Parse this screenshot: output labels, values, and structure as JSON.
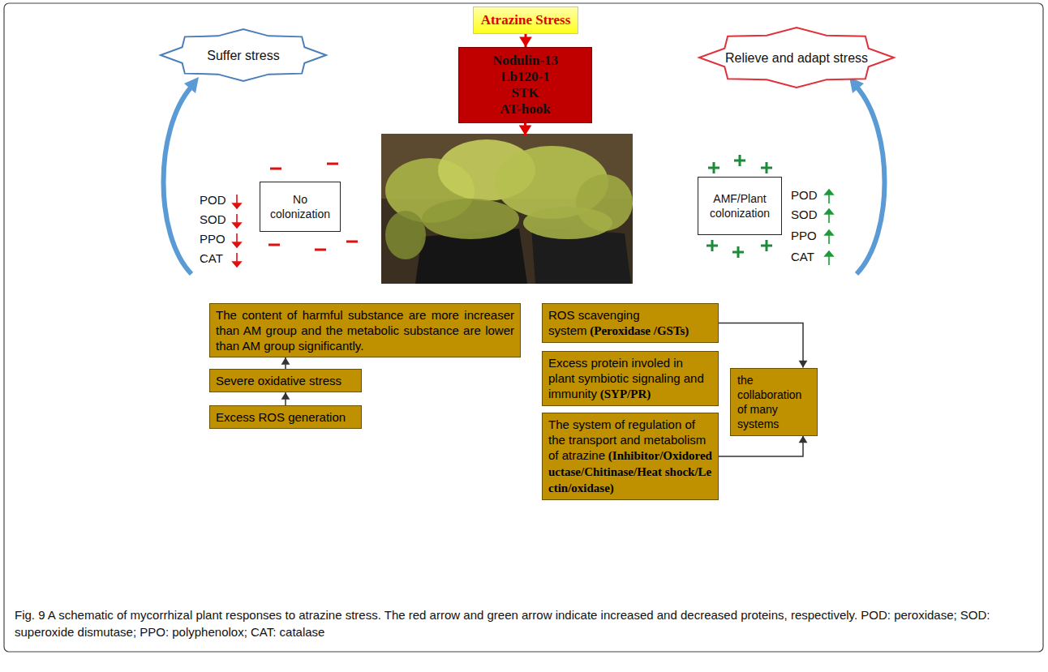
{
  "diagram": {
    "caption": "Fig. 9 A schematic of mycorrhizal plant responses to atrazine stress. The red arrow and green arrow indicate increased and decreased proteins, respectively. POD: peroxidase; SOD: superoxide dismutase; PPO: polyphenolox; CAT: catalase",
    "nodes": [
      {
        "text": [
          "Atrazine Stress"
        ]
      },
      {
        "text": [
          "Nodulin-13 Lb120-1 STK AT-hook"
        ]
      },
      {
        "text": [
          "Suffer stress"
        ]
      },
      {
        "text": [
          "Relieve and adapt stress"
        ]
      },
      {
        "text": [
          "No colonization"
        ]
      },
      {
        "text": [
          "AMF/Plant colonization"
        ]
      },
      {
        "text": [
          "The content of harmful substance are more increaser than AM group and the metabolic substance are lower than AM group significantly."
        ]
      },
      {
        "text": [
          "ROS scavenging system",
          "(Peroxidase /GSTs)"
        ]
      },
      {
        "text": [
          "Severe oxidative stress"
        ]
      },
      {
        "text": [
          "Excess protein involed in plant symbiotic signaling and immunity",
          "(SYP/PR)"
        ]
      },
      {
        "text": [
          "the collaboration of many systems"
        ]
      },
      {
        "text": [
          "Excess ROS generation"
        ]
      },
      {
        "text": [
          "The system of regulation of the transport and metabolism of atrazine",
          "(Inhibitor/Oxidoreductase/Chitinase/Heat shock/Lectin/oxidase)"
        ]
      }
    ],
    "edges": [
      {
        "from": 0,
        "to": 1,
        "arrow": "to"
      },
      {
        "from": 11,
        "to": 8,
        "arrow": "to"
      },
      {
        "from": 8,
        "to": 6,
        "arrow": "to"
      },
      {
        "from": 7,
        "to": 10,
        "arrow": "to"
      },
      {
        "from": 12,
        "to": 10,
        "arrow": "to"
      }
    ],
    "labels": [
      "POD",
      "SOD",
      "PPO",
      "CAT",
      "POD",
      "SOD",
      "PPO",
      "CAT"
    ]
  }
}
